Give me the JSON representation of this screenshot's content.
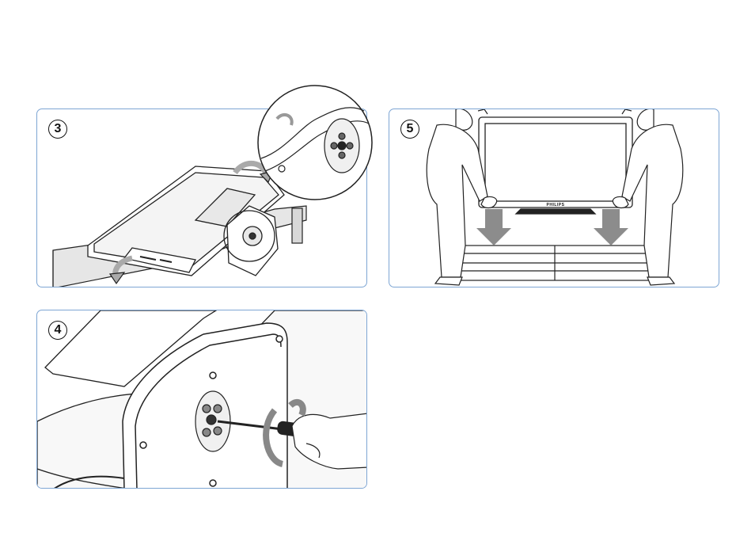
{
  "steps": [
    {
      "number": "3"
    },
    {
      "number": "5"
    },
    {
      "number": "4"
    }
  ],
  "tv": {
    "brand": "PHILIPS"
  },
  "colors": {
    "panel_border": "#7ea6d4",
    "arrow": "#8c8c8c",
    "shadow": "#c9c9c9",
    "line": "#222222"
  }
}
